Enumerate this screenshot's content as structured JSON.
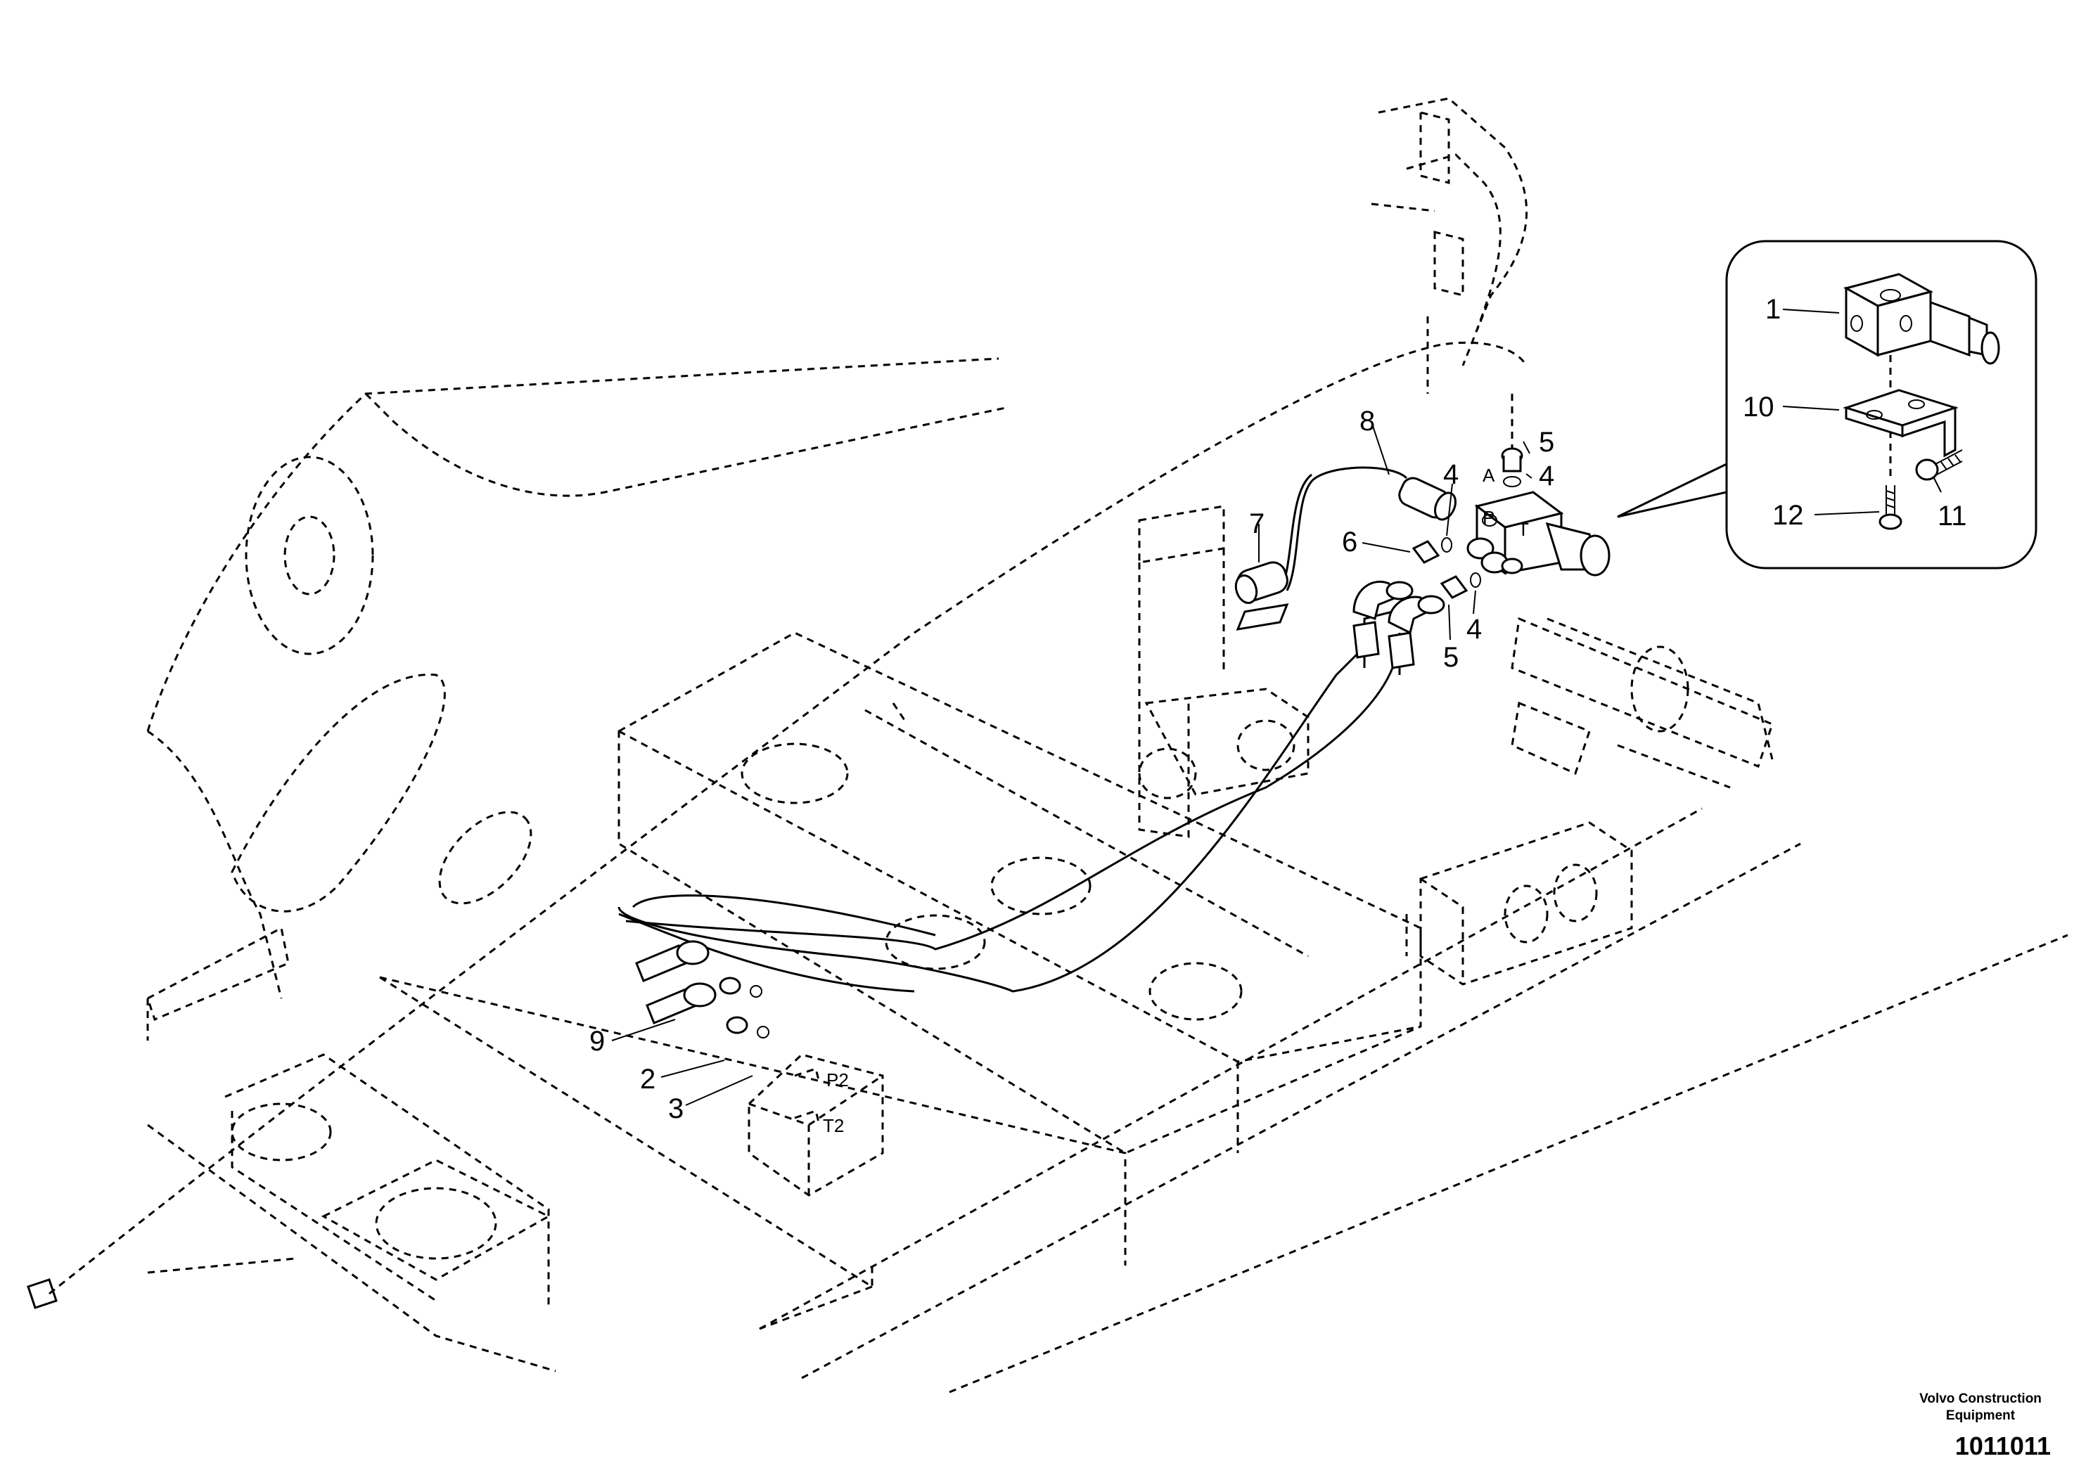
{
  "drawing": {
    "part_labels": [
      {
        "id": "lbl-1",
        "text": "1"
      },
      {
        "id": "lbl-10",
        "text": "10"
      },
      {
        "id": "lbl-12",
        "text": "12"
      },
      {
        "id": "lbl-11",
        "text": "11"
      },
      {
        "id": "lbl-8",
        "text": "8"
      },
      {
        "id": "lbl-7",
        "text": "7"
      },
      {
        "id": "lbl-6",
        "text": "6"
      },
      {
        "id": "lbl-4a",
        "text": "4"
      },
      {
        "id": "lbl-5a",
        "text": "5"
      },
      {
        "id": "lbl-4b",
        "text": "4"
      },
      {
        "id": "lbl-4c",
        "text": "4"
      },
      {
        "id": "lbl-5b",
        "text": "5"
      },
      {
        "id": "lbl-9",
        "text": "9"
      },
      {
        "id": "lbl-2",
        "text": "2"
      },
      {
        "id": "lbl-3",
        "text": "3"
      }
    ],
    "port_labels": {
      "a": "A",
      "p": "P",
      "t": "T",
      "p2": "P2",
      "t2": "T2"
    }
  },
  "footer": {
    "company_line1": "Volvo Construction",
    "company_line2": "Equipment",
    "doc_number": "1011011"
  }
}
